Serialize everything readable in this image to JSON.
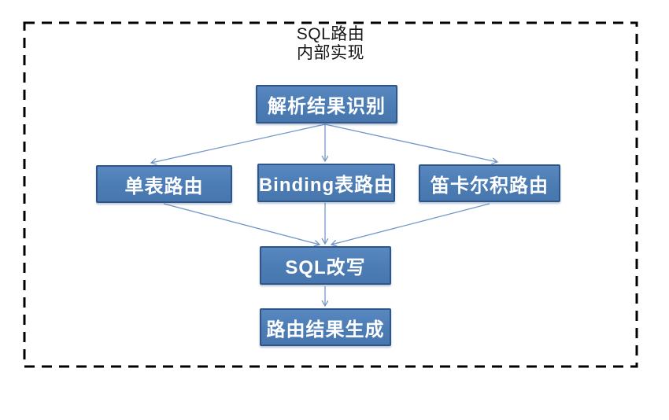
{
  "diagram": {
    "title_line1": "SQL路由",
    "title_line2": "内部实现",
    "nodes": {
      "parse": {
        "label": "解析结果识别"
      },
      "single": {
        "label": "单表路由"
      },
      "binding": {
        "label": "Binding表路由"
      },
      "cartesian": {
        "label": "笛卡尔积路由"
      },
      "rewrite": {
        "label": "SQL改写"
      },
      "result": {
        "label": "路由结果生成"
      }
    },
    "edges": [
      {
        "from": "parse",
        "to": "single"
      },
      {
        "from": "parse",
        "to": "binding"
      },
      {
        "from": "parse",
        "to": "cartesian"
      },
      {
        "from": "single",
        "to": "rewrite"
      },
      {
        "from": "binding",
        "to": "rewrite"
      },
      {
        "from": "cartesian",
        "to": "rewrite"
      },
      {
        "from": "rewrite",
        "to": "result"
      }
    ],
    "colors": {
      "node_fill": "#4F7DB5",
      "node_border": "#2F5688",
      "node_text": "#FFFFFF",
      "arrow": "#7396C8",
      "frame_dash": "#000000",
      "title_text": "#151515",
      "background": "#FFFFFF"
    }
  }
}
